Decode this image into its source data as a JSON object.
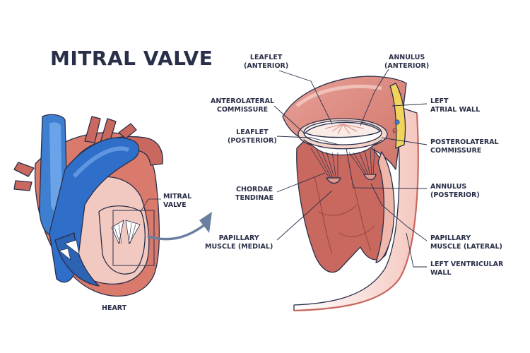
{
  "title": "MITRAL VALVE",
  "labels": {
    "mitral_valve": [
      "MITRAL",
      "VALVE"
    ],
    "heart": "HEART",
    "leaflet_anterior": [
      "LEAFLET",
      "(ANTERIOR)"
    ],
    "annulus_anterior": [
      "ANNULUS",
      "(ANTERIOR)"
    ],
    "anterolateral_commissure": [
      "ANTEROLATERAL",
      "COMMISSURE"
    ],
    "left_atrial_wall": [
      "LEFT",
      "ATRIAL WALL"
    ],
    "leaflet_posterior": [
      "LEAFLET",
      "(POSTERIOR)"
    ],
    "posterolateral_commissure": [
      "POSTEROLATERAL",
      "COMMISSURE"
    ],
    "chordae_tendinae": [
      "CHORDAE",
      "TENDINAE"
    ],
    "annulus_posterior": [
      "ANNULUS",
      "(POSTERIOR)"
    ],
    "papillary_medial": [
      "PAPILLARY",
      "MUSCLE (MEDIAL)"
    ],
    "papillary_lateral": [
      "PAPILLARY",
      "MUSCLE (LATERAL)"
    ],
    "left_ventricular_wall": [
      "LEFT VENTRICULAR",
      "WALL"
    ]
  },
  "colors": {
    "ink": "#2a2f49",
    "blue": "#3f7fd1",
    "blue_dark": "#2d63b3",
    "muscle": "#c8685f",
    "muscle_dark": "#9c4340",
    "pink": "#f2c9c0",
    "yellow": "#f3d45a",
    "arrow": "#6a7fa0"
  }
}
